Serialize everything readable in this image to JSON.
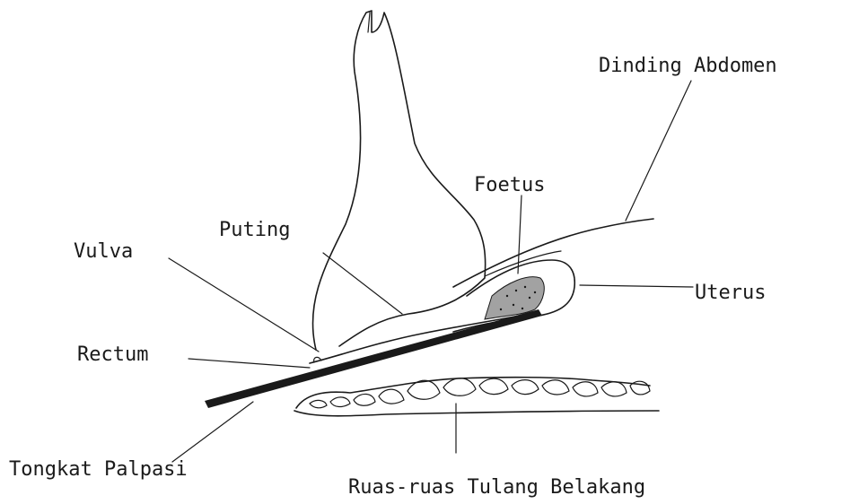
{
  "labels": {
    "dinding_abdomen": "Dinding Abdomen",
    "foetus": "Foetus",
    "puting": "Puting",
    "vulva": "Vulva",
    "uterus": "Uterus",
    "rectum": "Rectum",
    "tongkat_palpasi": "Tongkat Palpasi",
    "ruas_tulang": "Ruas-ruas Tulang Belakang"
  },
  "colors": {
    "ink": "#1a1a1a",
    "background": "#ffffff"
  }
}
